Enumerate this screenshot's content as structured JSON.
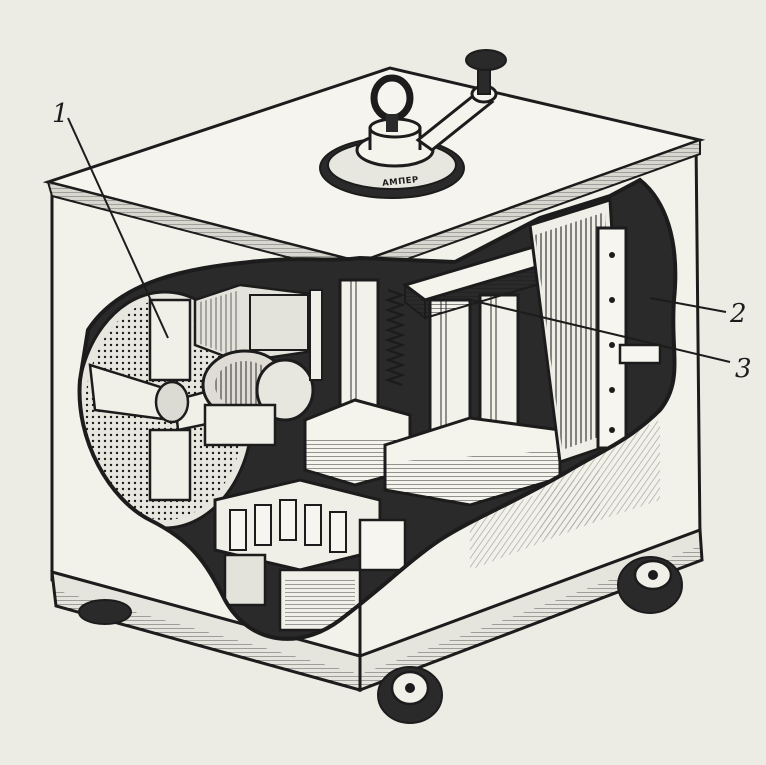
{
  "labels": {
    "part_1": "1",
    "part_2": "2",
    "part_3": "3"
  },
  "regulator_scale_text": "АМПЕР",
  "colors": {
    "background": "#ecebe4",
    "ink": "#1c1c1c",
    "shade": "#3a3a3a"
  }
}
